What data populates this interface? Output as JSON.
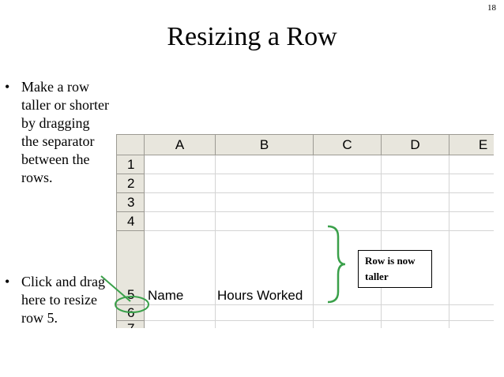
{
  "slide": {
    "number": "18",
    "title": "Resizing a Row",
    "bullets": [
      "Make a row taller or shorter by dragging the separator between the rows.",
      "Click and drag here to resize row 5."
    ],
    "callout": "Row is now taller"
  },
  "spreadsheet": {
    "columns": [
      "A",
      "B",
      "C",
      "D",
      "E"
    ],
    "rows": [
      "1",
      "2",
      "3",
      "4",
      "5",
      "6",
      "7"
    ],
    "cells": {
      "A5": "Name",
      "B5": "Hours Worked"
    }
  },
  "colors": {
    "header_bg": "#e8e6dd",
    "annotation": "#3aa04a"
  }
}
